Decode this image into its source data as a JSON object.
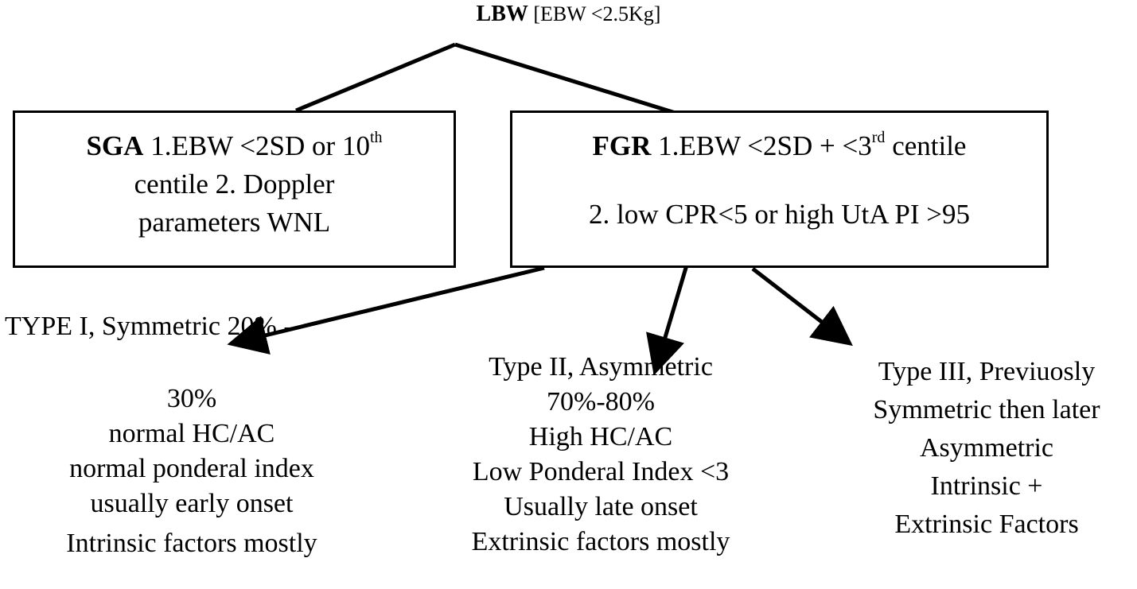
{
  "root": {
    "label_bold": "LBW",
    "label_rest": " [EBW <2.5Kg]"
  },
  "sga": {
    "label": "SGA",
    "line1": " 1.EBW <2SD or 10",
    "line1_sup": "th",
    "line2": "centile 2. Doppler",
    "line3": "parameters WNL"
  },
  "fgr": {
    "label": "FGR",
    "line1_a": " 1.EBW <2SD + <3",
    "line1_sup": "rd",
    "line1_b": " centile",
    "line2": "2. low CPR<5 or high UtA PI  >95"
  },
  "type1": {
    "head": "TYPE I, Symmetric 20% -",
    "lines": [
      "30%",
      "normal HC/AC",
      "normal ponderal index",
      "usually early onset",
      "Intrinsic factors mostly"
    ]
  },
  "type2": {
    "lines": [
      "Type II, Asymmetric",
      "70%-80%",
      "High HC/AC",
      "Low Ponderal Index  <3",
      "Usually late onset",
      "Extrinsic factors mostly"
    ]
  },
  "type3": {
    "lines": [
      "Type III, Previuosly",
      "Symmetric then later",
      "Asymmetric",
      "Intrinsic +",
      "Extrinsic Factors"
    ]
  }
}
